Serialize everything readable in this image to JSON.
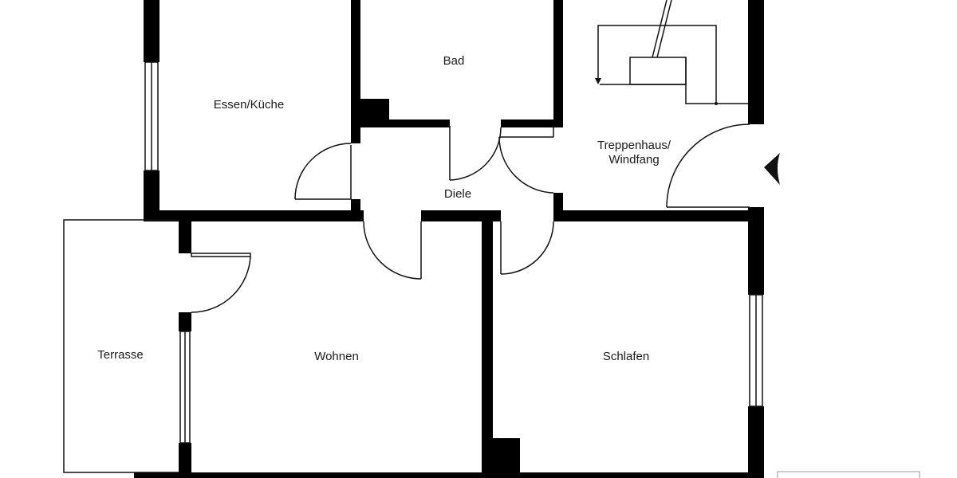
{
  "rooms": {
    "essen_kueche": "Essen/Küche",
    "bad": "Bad",
    "treppenhaus_line1": "Treppenhaus/",
    "treppenhaus_line2": "Windfang",
    "diele": "Diele",
    "terrasse": "Terrasse",
    "wohnen": "Wohnen",
    "schlafen": "Schlafen"
  },
  "colors": {
    "wall": "#000000",
    "line": "#111111",
    "background": "#ffffff"
  }
}
